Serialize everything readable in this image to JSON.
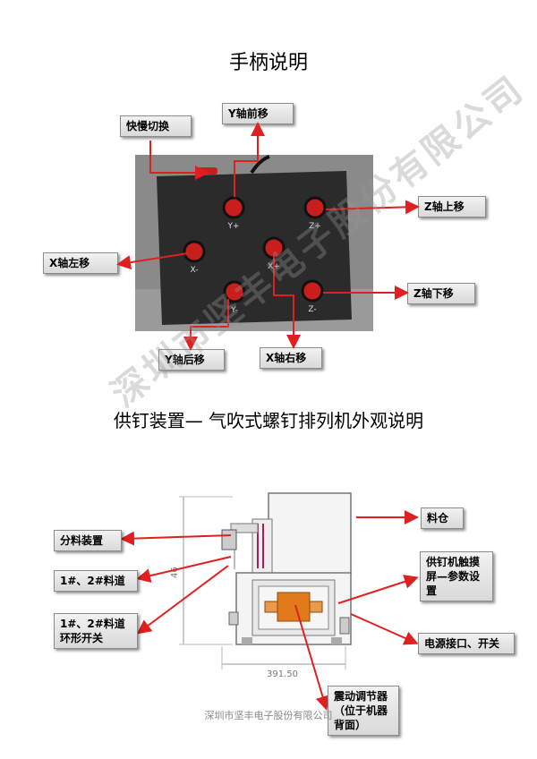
{
  "section1": {
    "title": "手柄说明",
    "photo": {
      "buttons": {
        "y_plus": "Y+",
        "z_plus": "Z+",
        "x_minus": "X-",
        "x_plus": "X+",
        "y_minus": "Y-",
        "z_minus": "Z-"
      }
    },
    "callouts": {
      "speed_toggle": "快慢切换",
      "y_forward": "Y轴前移",
      "z_up": "Z轴上移",
      "x_left": "X轴左移",
      "z_down": "Z轴下移",
      "y_back": "Y轴后移",
      "x_right": "X轴右移"
    }
  },
  "section2": {
    "title": "供钉装置— 气吹式螺钉排列机外观说明",
    "drawing": {
      "dim_height": "46",
      "dim_width": "391.50"
    },
    "callouts": {
      "hopper": "料仓",
      "distributor": "分料装置",
      "track": "1#、2#料道",
      "track_switch": "1#、2#料道环形开关",
      "touchscreen": "供钉机触摸屏—参数设置",
      "power": "电源接口、开关",
      "vibration": "震动调节器（位于机器背面）"
    }
  },
  "watermark": "深圳市坚丰电子股份有限公司",
  "footer": "深圳市坚丰电子股份有限公司",
  "colors": {
    "arrow": "#e02020",
    "button_red": "#c81e1e",
    "panel_dark": "#2b2b2b",
    "machine_orange": "#e07a1a"
  }
}
